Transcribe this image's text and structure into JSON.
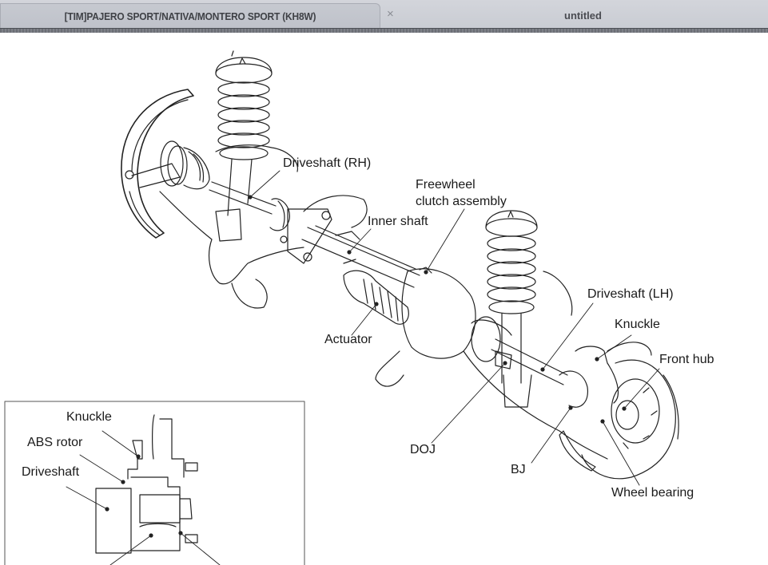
{
  "tabs": [
    {
      "label": "[TIM]PAJERO SPORT/NATIVA/MONTERO SPORT (KH8W)",
      "active": true
    },
    {
      "label": "untitled",
      "active": false
    }
  ],
  "tab_close_icon": "×",
  "diagram": {
    "main_labels": {
      "driveshaft_rh": "Driveshaft (RH)",
      "freewheel_line1": "Freewheel",
      "freewheel_line2": "clutch assembly",
      "inner_shaft": "Inner shaft",
      "actuator": "Actuator",
      "driveshaft_lh": "Driveshaft (LH)",
      "knuckle": "Knuckle",
      "front_hub": "Front hub",
      "doj": "DOJ",
      "bj": "BJ",
      "wheel_bearing": "Wheel bearing"
    },
    "inset_labels": {
      "knuckle": "Knuckle",
      "abs_rotor": "ABS rotor",
      "driveshaft": "Driveshaft"
    }
  }
}
